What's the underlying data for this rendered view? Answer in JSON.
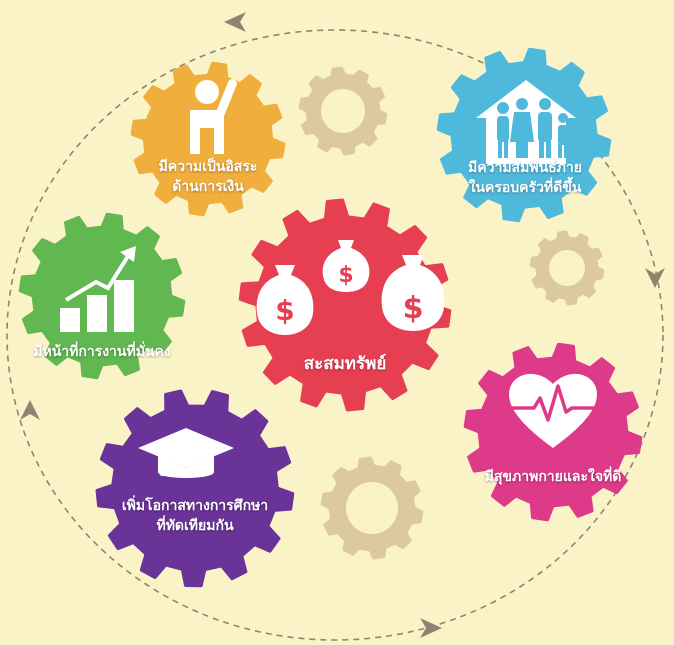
{
  "colors": {
    "background": "#fbf3c8",
    "red": "#e63f52",
    "orange": "#f0ae3d",
    "blue": "#4fb9dc",
    "green": "#61b750",
    "pink": "#dd3a8a",
    "purple": "#6a3398",
    "beige": "#dcc9a2"
  },
  "gears": {
    "center": {
      "label": "สะสมทรัพย์",
      "icon": "money-bags-icon"
    },
    "freedom": {
      "line1": "มีความเป็นอิสระ",
      "line2": "ด้านการเงิน",
      "icon": "person-raising-hand-icon"
    },
    "family": {
      "line1": "มีความสัมพันธ์ภาย",
      "line2": "ในครอบครัวที่ดีขึ้น",
      "icon": "family-house-icon"
    },
    "career": {
      "line1": "มีหน้าที่การงานที่มั่นคง",
      "icon": "growth-chart-icon"
    },
    "health": {
      "line1": "มีสุขภาพกายและใจที่ดี",
      "icon": "heartbeat-icon"
    },
    "education": {
      "line1": "เพิ่มโอกาสทางการศึกษา",
      "line2": "ที่ทัดเทียมกัน",
      "icon": "graduation-cap-icon"
    }
  },
  "money_symbol": "$"
}
